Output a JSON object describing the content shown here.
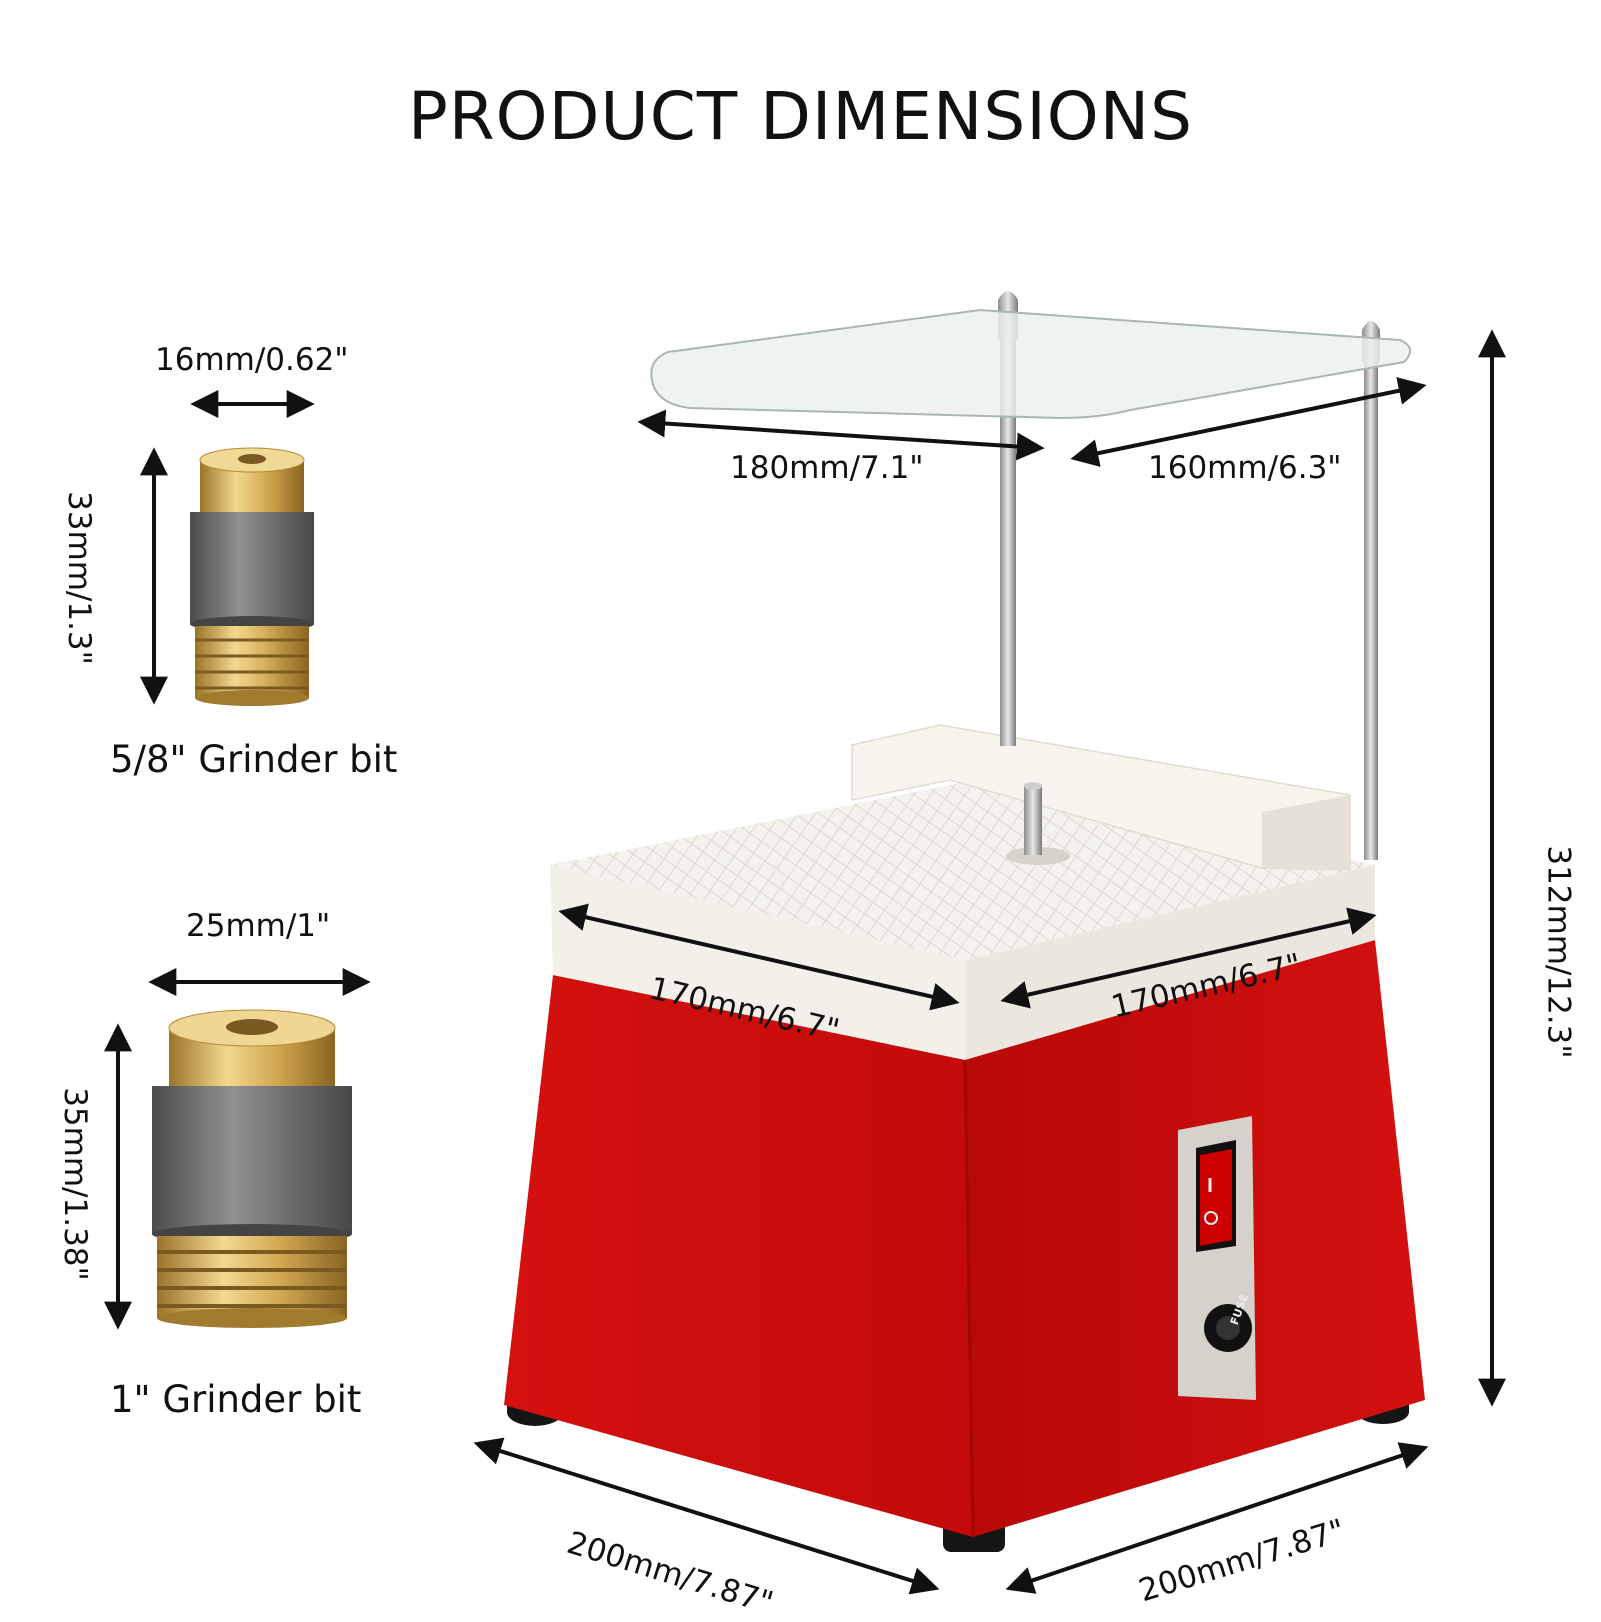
{
  "title": "PRODUCT DIMENSIONS",
  "bits": [
    {
      "caption": "5/8\" Grinder bit",
      "width_label": "16mm/0.62\"",
      "height_label": "33mm/1.3\""
    },
    {
      "caption": "1\" Grinder bit",
      "width_label": "25mm/1\"",
      "height_label": "35mm/1.38\""
    }
  ],
  "machine": {
    "shield_width_label": "180mm/7.1\"",
    "shield_depth_label": "160mm/6.3\"",
    "top_width_label": "170mm/6.7\"",
    "top_depth_label": "170mm/6.7\"",
    "base_width_label": "200mm/7.87\"",
    "base_depth_label": "200mm/7.87\"",
    "height_label": "312mm/12.3\"",
    "fuse_label": "FUSE"
  },
  "colors": {
    "body_red": "#cc0a0a",
    "top_white": "#f7f4ee",
    "brass": "#c9a14b",
    "diamond_grey": "#6f7172"
  }
}
